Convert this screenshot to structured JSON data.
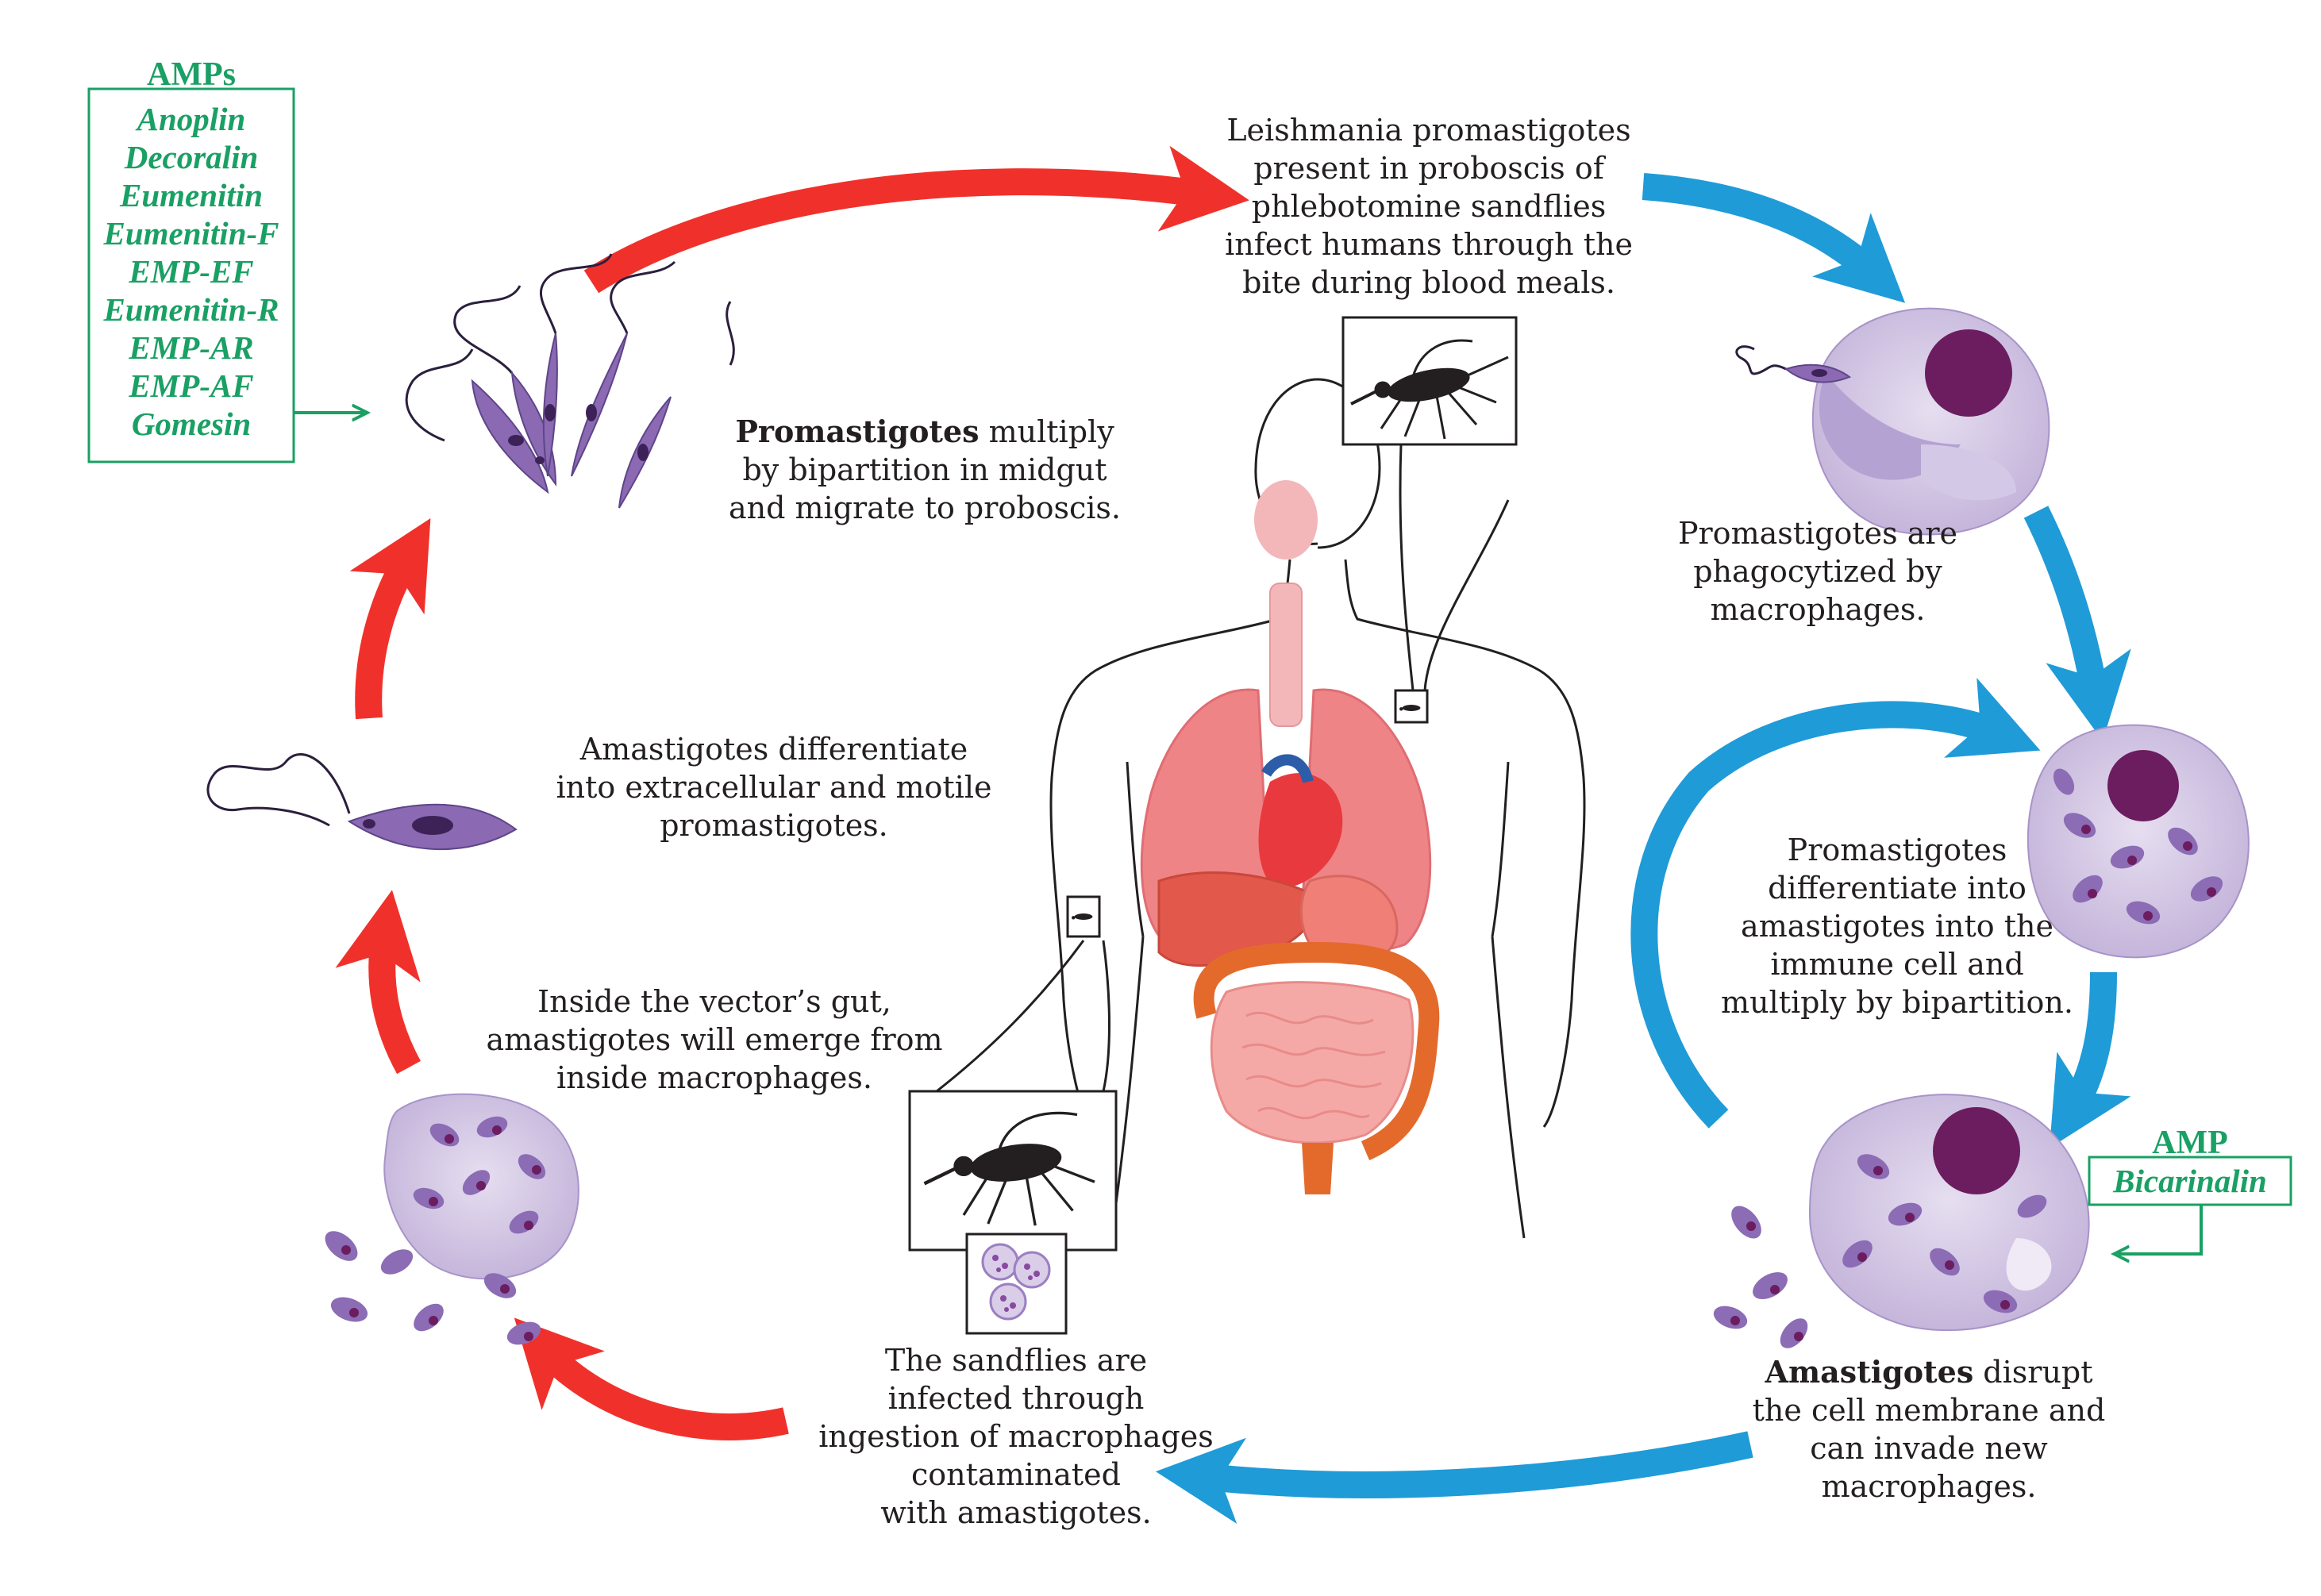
{
  "amps_box": {
    "title": "AMPs",
    "items": [
      "Anoplin",
      "Decoralin",
      "Eumenitin",
      "Eumenitin-F",
      "EMP-EF",
      "Eumenitin-R",
      "EMP-AR",
      "EMP-AF",
      "Gomesin"
    ]
  },
  "amp_box": {
    "title": "AMP",
    "item": "Bicarinalin"
  },
  "steps": {
    "bite": [
      "Leishmania promastigotes",
      "present in proboscis of",
      "phlebotomine sandflies",
      "infect humans through the",
      "bite during blood meals."
    ],
    "phagocytized": [
      "Promastigotes are",
      "phagocytized by",
      "macrophages."
    ],
    "differentiate_amastigotes": [
      "Promastigotes",
      "differentiate into",
      "amastigotes into the",
      "immune cell and",
      "multiply by bipartition."
    ],
    "disrupt": {
      "bold": "Amastigotes",
      "rest": " disrupt",
      "lines": [
        "the cell membrane and",
        "can invade new",
        "macrophages."
      ]
    },
    "sandflies_infected": [
      "The sandflies are",
      "infected through",
      "ingestion of macrophages",
      "contaminated",
      "with amastigotes."
    ],
    "vector_gut": [
      "Inside the vector’s gut,",
      "amastigotes will emerge from",
      "inside macrophages."
    ],
    "differentiate_promastigotes": [
      "Amastigotes differentiate",
      "into extracellular and motile",
      "promastigotes."
    ],
    "multiply": {
      "bold": "Promastigotes",
      "rest": " multiply",
      "lines": [
        "by bipartition in midgut",
        "and migrate to proboscis."
      ]
    }
  },
  "colors": {
    "red_arrow": "#f0312b",
    "blue_arrow": "#1f9bd7",
    "amp_green": "#1aa064",
    "parasite": "#7d5ea8",
    "macrophage": "#cdbfdf",
    "nucleus": "#6a1b5e"
  }
}
